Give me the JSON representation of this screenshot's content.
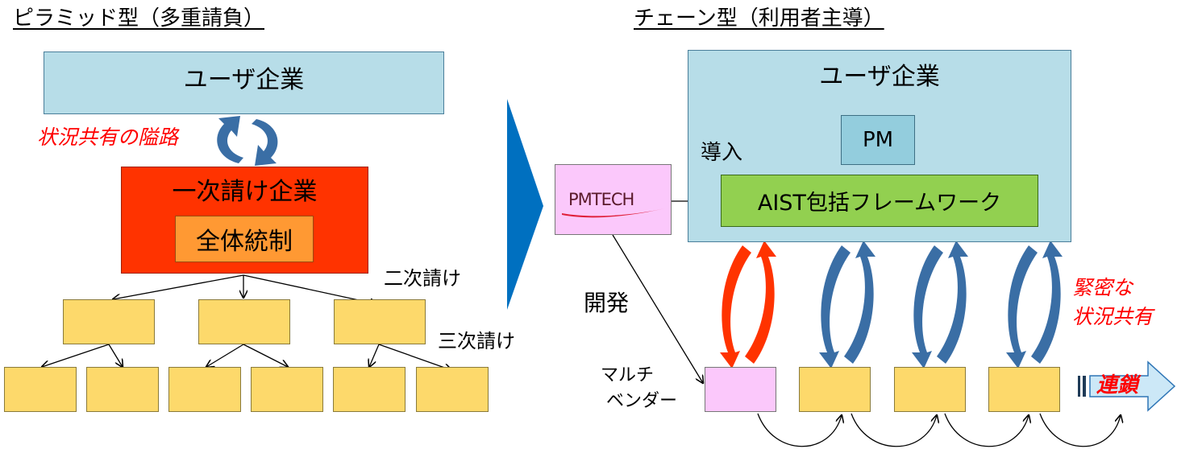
{
  "left": {
    "title": "ピラミッド型（多重請負）",
    "user_company": "ユーザ企業",
    "bottleneck": "状況共有の隘路",
    "primary": "一次請け企業",
    "control": "全体統制",
    "secondary": "二次請け",
    "tertiary": "三次請け"
  },
  "right": {
    "title": "チェーン型（利用者主導）",
    "user_company": "ユーザ企業",
    "pm": "PM",
    "introduction": "導入",
    "framework": "AIST包括フレームワーク",
    "pmtech_logo": "PMTECH",
    "development": "開発",
    "multivendor_line1": "マルチ",
    "multivendor_line2": "ベンダー",
    "close_sharing_line1": "緊密な",
    "close_sharing_line2": "状況共有",
    "chain": "連鎖"
  },
  "colors": {
    "user_fill": "#b7dde8",
    "primary_fill": "#ff3300",
    "control_fill": "#ff9933",
    "sub_fill": "#fdd96b",
    "pm_fill": "#93cddd",
    "framework_fill": "#92d050",
    "pmtech_fill": "#fbc8fb",
    "blue_arrow": "#3a6ea5",
    "red_arrow": "#ff3300",
    "accent_red": "#ff0000",
    "divider": "#0070c0"
  }
}
